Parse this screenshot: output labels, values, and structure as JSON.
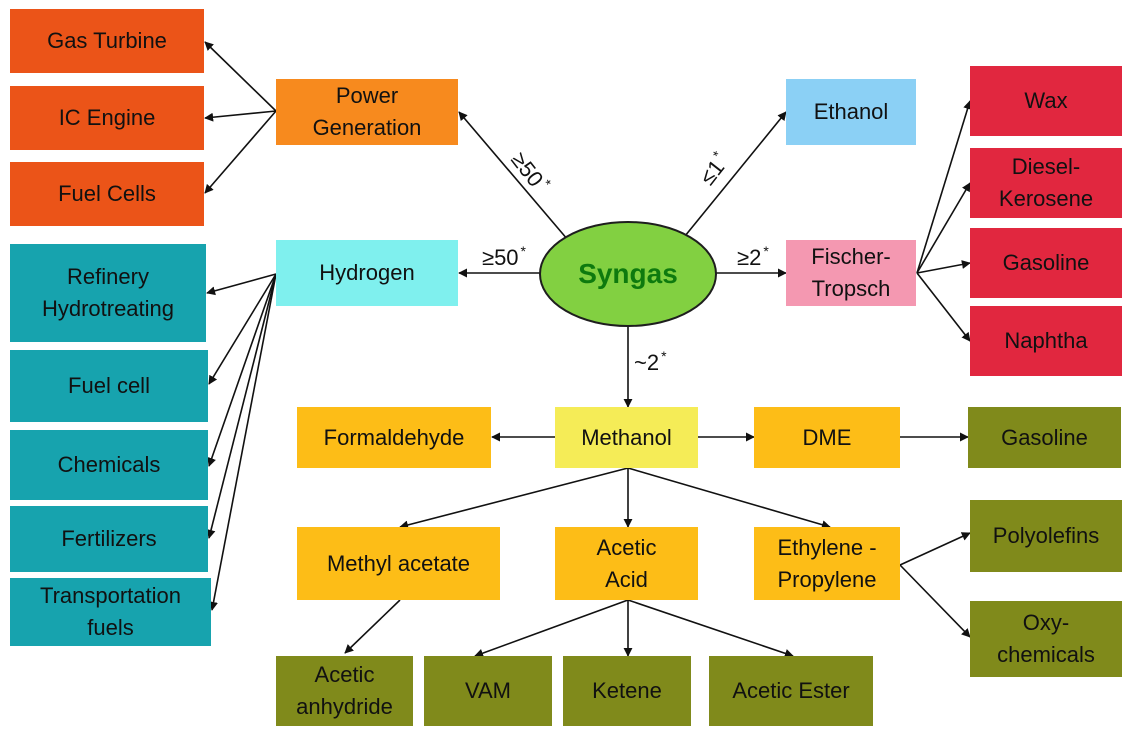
{
  "colors": {
    "power_apps": "#eb5418",
    "power": "#f78a1e",
    "hydrogen": "#7ff0ee",
    "hydrogen_apps": "#17a3ae",
    "ethanol": "#8bd0f5",
    "fischer": "#f498b1",
    "ft_products": "#e1273f",
    "syngas_fill": "#82d041",
    "syngas_text": "#0e7a0e",
    "methanol": "#f5ec57",
    "methanol_products": "#fdbd17",
    "olive": "#808a1b"
  },
  "center": {
    "label": "Syngas"
  },
  "nodes": {
    "gas_turbine": "Gas Turbine",
    "ic_engine": "IC Engine",
    "fuel_cells": "Fuel Cells",
    "power_generation": [
      "Power",
      "Generation"
    ],
    "hydrogen": "Hydrogen",
    "refinery": [
      "Refinery",
      "Hydrotreating"
    ],
    "fuel_cell": "Fuel cell",
    "chemicals": "Chemicals",
    "fertilizers": "Fertilizers",
    "transportation": [
      "Transportation",
      "fuels"
    ],
    "ethanol": "Ethanol",
    "fischer_tropsch": [
      "Fischer-",
      "Tropsch"
    ],
    "wax": "Wax",
    "diesel": [
      "Diesel-",
      "Kerosene"
    ],
    "gasoline_ft": "Gasoline",
    "naphtha": "Naphtha",
    "methanol": "Methanol",
    "formaldehyde": "Formaldehyde",
    "dme": "DME",
    "gasoline_dme": "Gasoline",
    "methyl_acetate": "Methyl acetate",
    "acetic_acid": [
      "Acetic",
      "Acid"
    ],
    "ethylene_propylene": [
      "Ethylene -",
      "Propylene"
    ],
    "polyolefins": "Polyolefins",
    "oxychemicals": [
      "Oxy-",
      "chemicals"
    ],
    "acetic_anhydride": [
      "Acetic",
      "anhydride"
    ],
    "vam": "VAM",
    "ketene": "Ketene",
    "acetic_ester": "Acetic Ester"
  },
  "edge_labels": {
    "power": {
      "text": "≥50",
      "mark": "*"
    },
    "hydrogen": {
      "text": "≥50",
      "mark": "*"
    },
    "ethanol": {
      "text": "≤1",
      "mark": "*"
    },
    "fischer": {
      "text": "≥2",
      "mark": "*"
    },
    "methanol": {
      "text": "~2",
      "mark": "*"
    }
  }
}
